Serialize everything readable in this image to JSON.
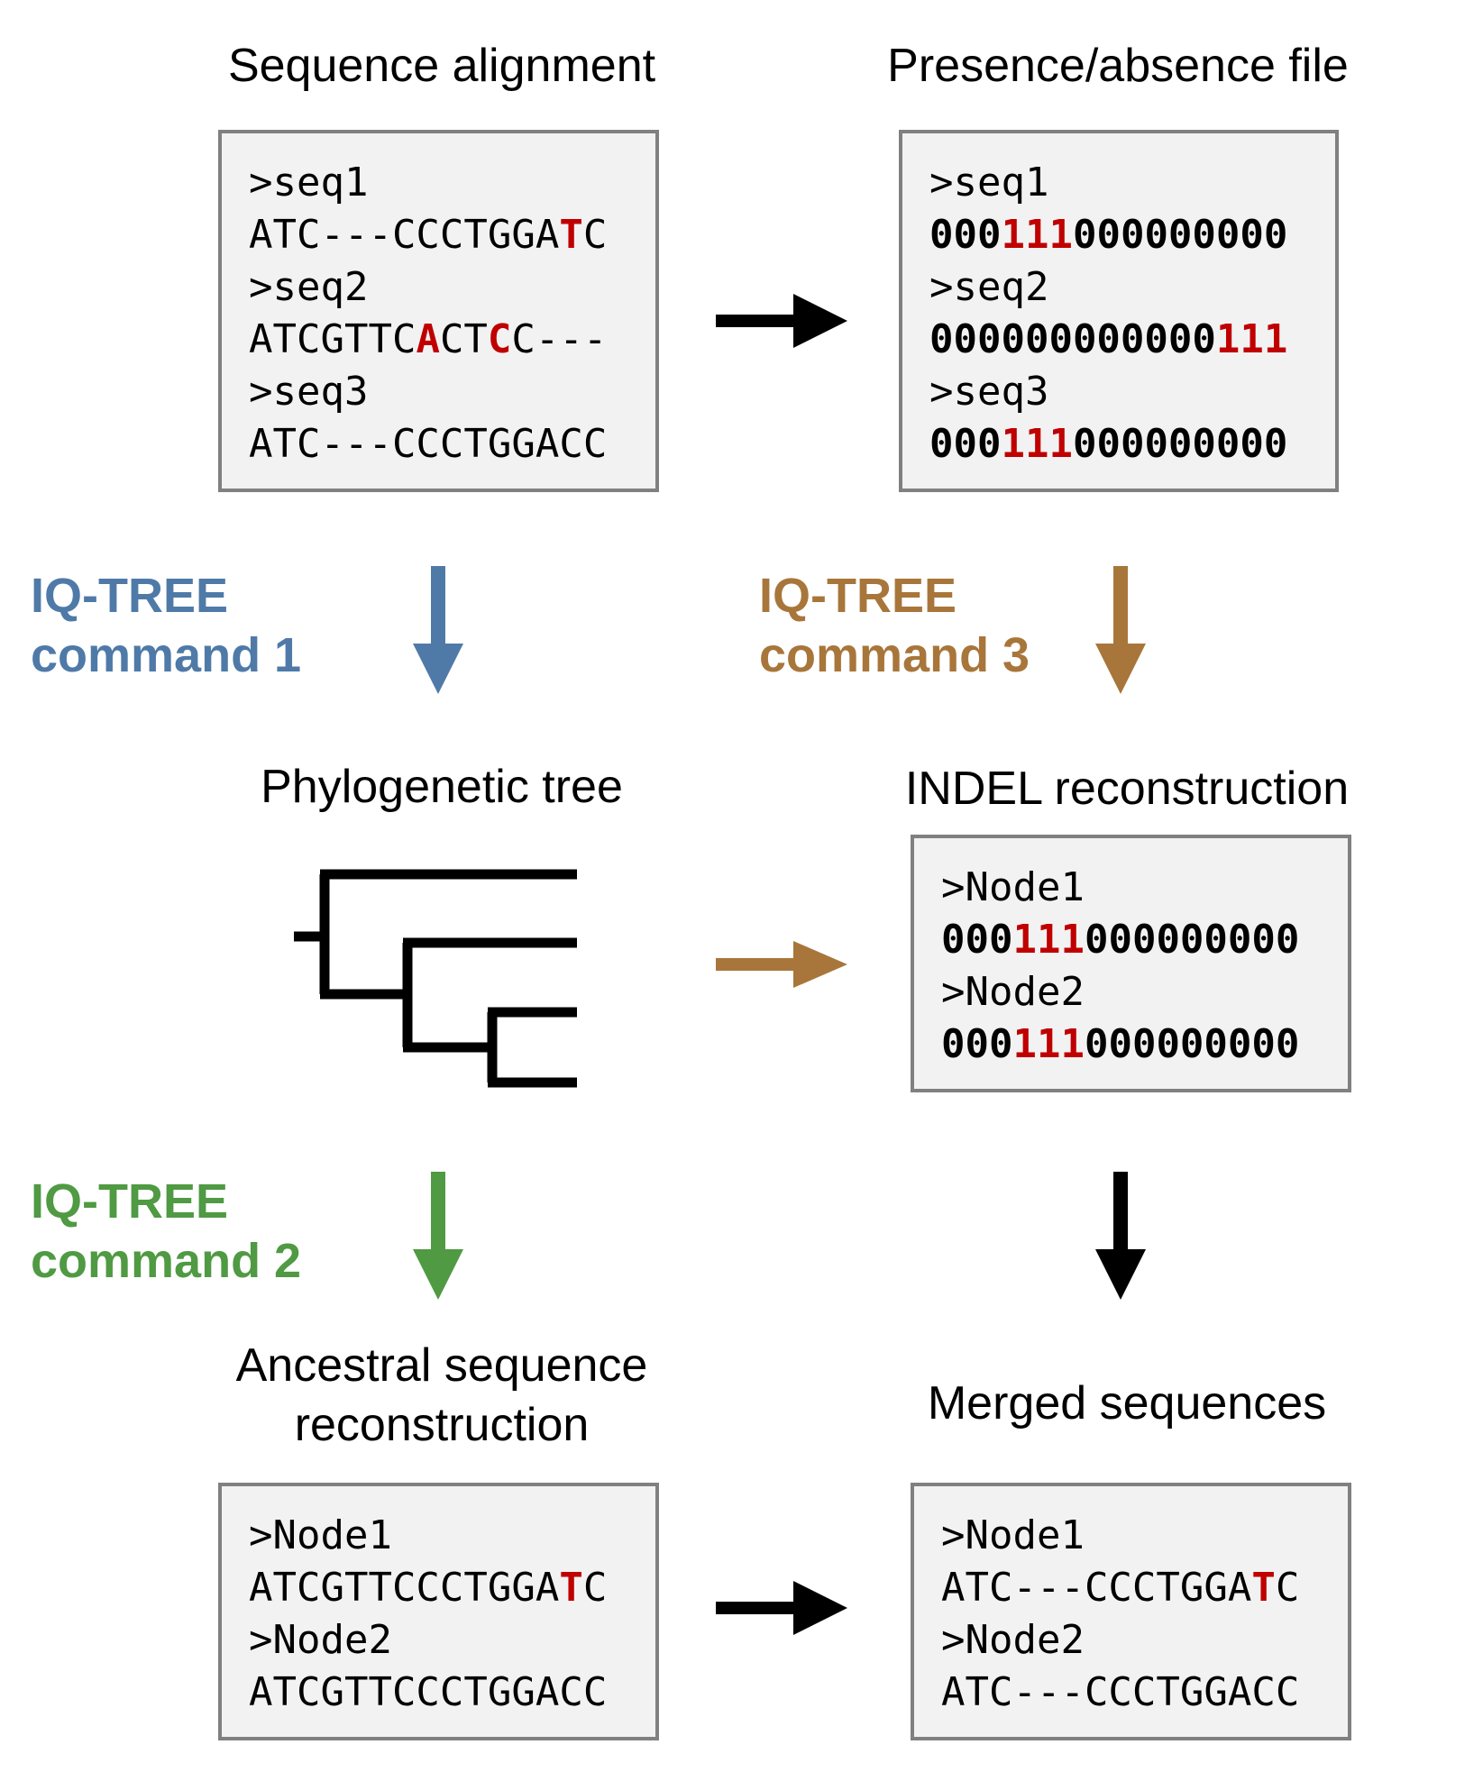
{
  "colors": {
    "highlight": "#c00000",
    "command1": "#4f7aa8",
    "command2": "#4f9a43",
    "command3": "#a8763a",
    "black_arrow": "#000000",
    "box_fill": "#f2f2f2",
    "box_border": "#808080"
  },
  "titles": {
    "sequence_alignment": "Sequence alignment",
    "presence_absence": "Presence/absence file",
    "phylogenetic_tree": "Phylogenetic tree",
    "indel_reconstruction": "INDEL reconstruction",
    "ancestral_line1": "Ancestral sequence",
    "ancestral_line2": "reconstruction",
    "merged_sequences": "Merged sequences"
  },
  "commands": {
    "cmd1_line1": "IQ-TREE",
    "cmd1_line2": "command 1",
    "cmd2_line1": "IQ-TREE",
    "cmd2_line2": "command 2",
    "cmd3_line1": "IQ-TREE",
    "cmd3_line2": "command 3"
  },
  "boxes": {
    "alignment": [
      [
        {
          "t": ">seq1"
        }
      ],
      [
        {
          "t": "ATC---CCCTGGA"
        },
        {
          "t": "T",
          "h": true
        },
        {
          "t": "C"
        }
      ],
      [
        {
          "t": ">seq2"
        }
      ],
      [
        {
          "t": "ATCGTTC"
        },
        {
          "t": "A",
          "h": true
        },
        {
          "t": "CT"
        },
        {
          "t": "C",
          "h": true
        },
        {
          "t": "C---"
        }
      ],
      [
        {
          "t": ">seq3"
        }
      ],
      [
        {
          "t": "ATC---CCCTGGACC"
        }
      ]
    ],
    "presence": [
      [
        {
          "t": ">seq1"
        }
      ],
      [
        {
          "t": "000"
        },
        {
          "t": "111",
          "h": true
        },
        {
          "t": "000000000"
        }
      ],
      [
        {
          "t": ">seq2"
        }
      ],
      [
        {
          "t": "000000000000"
        },
        {
          "t": "111",
          "h": true
        }
      ],
      [
        {
          "t": ">seq3"
        }
      ],
      [
        {
          "t": "000"
        },
        {
          "t": "111",
          "h": true
        },
        {
          "t": "000000000"
        }
      ]
    ],
    "indel": [
      [
        {
          "t": ">Node1"
        }
      ],
      [
        {
          "t": "000"
        },
        {
          "t": "111",
          "h": true
        },
        {
          "t": "000000000"
        }
      ],
      [
        {
          "t": ">Node2"
        }
      ],
      [
        {
          "t": "000"
        },
        {
          "t": "111",
          "h": true
        },
        {
          "t": "000000000"
        }
      ]
    ],
    "ancestral": [
      [
        {
          "t": ">Node1"
        }
      ],
      [
        {
          "t": "ATCGTTCCCTGGA"
        },
        {
          "t": "T",
          "h": true
        },
        {
          "t": "C"
        }
      ],
      [
        {
          "t": ">Node2"
        }
      ],
      [
        {
          "t": "ATCGTTCCCTGGACC"
        }
      ]
    ],
    "merged": [
      [
        {
          "t": ">Node1"
        }
      ],
      [
        {
          "t": "ATC---CCCTGGA"
        },
        {
          "t": "T",
          "h": true
        },
        {
          "t": "C"
        }
      ],
      [
        {
          "t": ">Node2"
        }
      ],
      [
        {
          "t": "ATC---CCCTGGACC"
        }
      ]
    ]
  }
}
